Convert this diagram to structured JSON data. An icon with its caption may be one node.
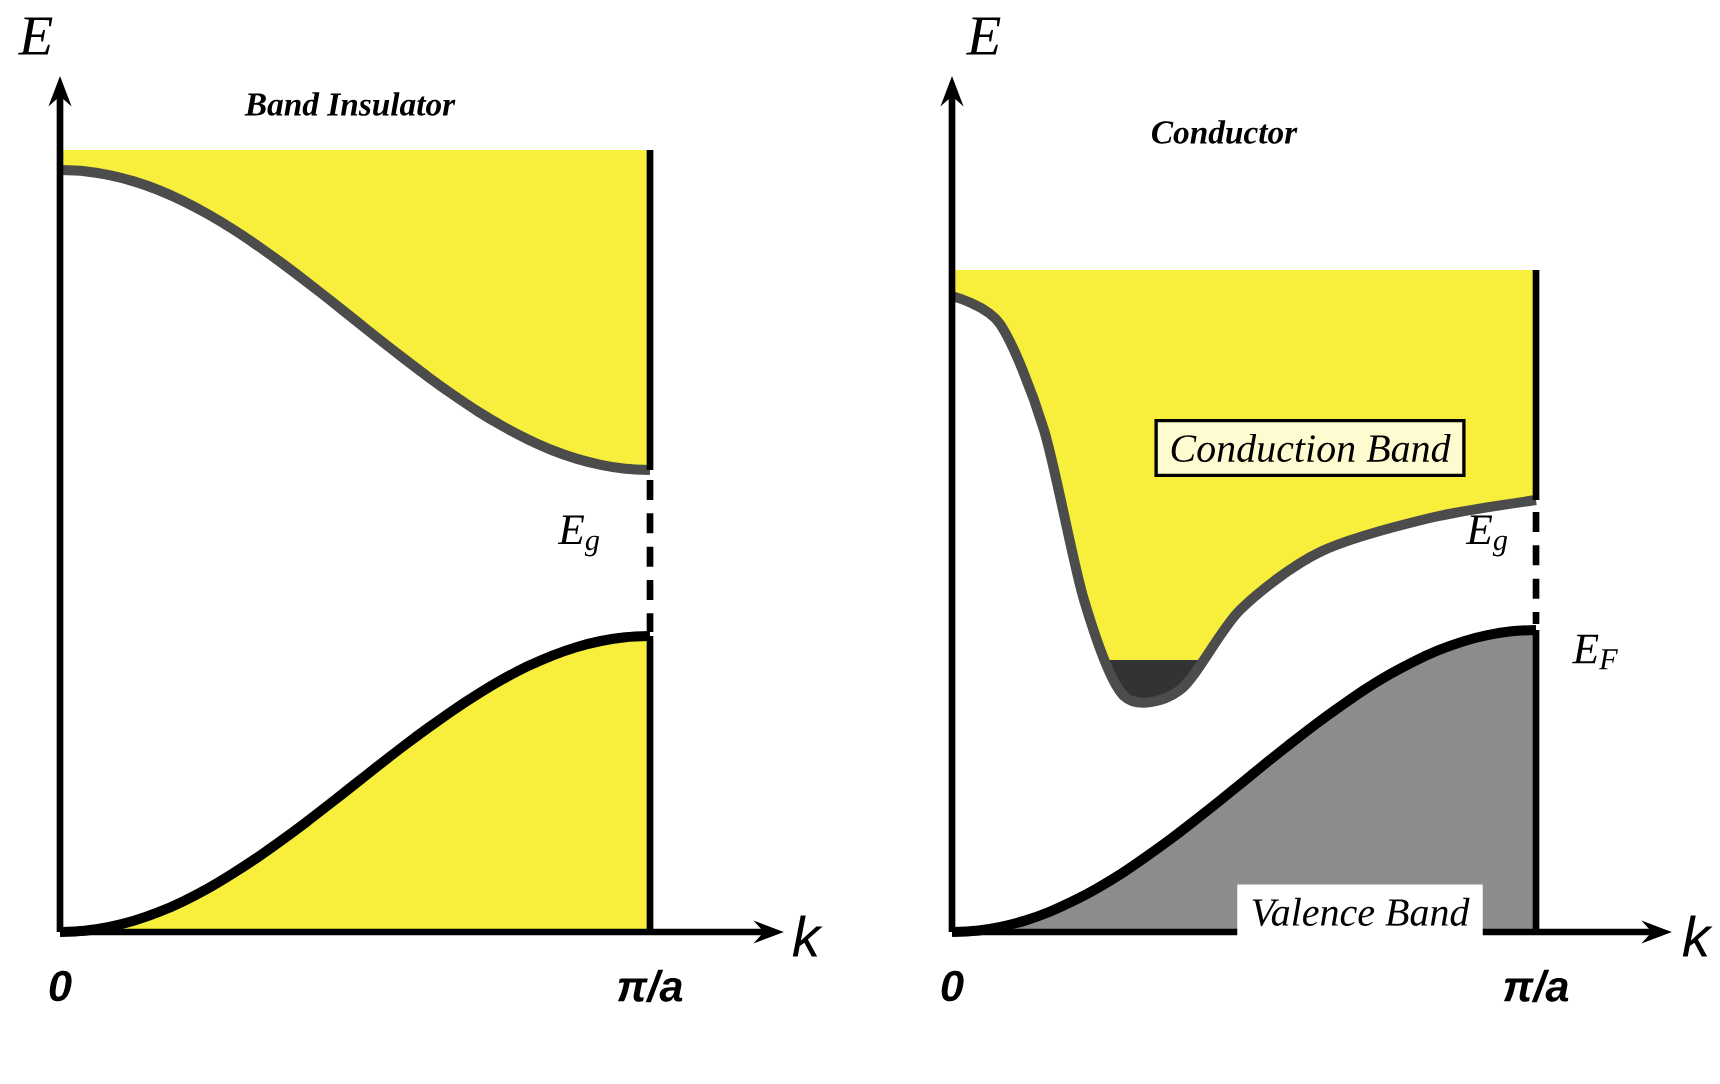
{
  "diagram": {
    "nodes": [
      {
        "text": [
          "Conduction Band"
        ]
      },
      {
        "text": [
          "Valence Band"
        ]
      }
    ],
    "labels": [
      "E",
      "Band Insulator",
      "E$_{g}$",
      "0",
      "π/a",
      "k",
      "E",
      "Conductor",
      "E$_{g}$",
      "E$_{F}$",
      "0",
      "π/a",
      "k"
    ]
  }
}
